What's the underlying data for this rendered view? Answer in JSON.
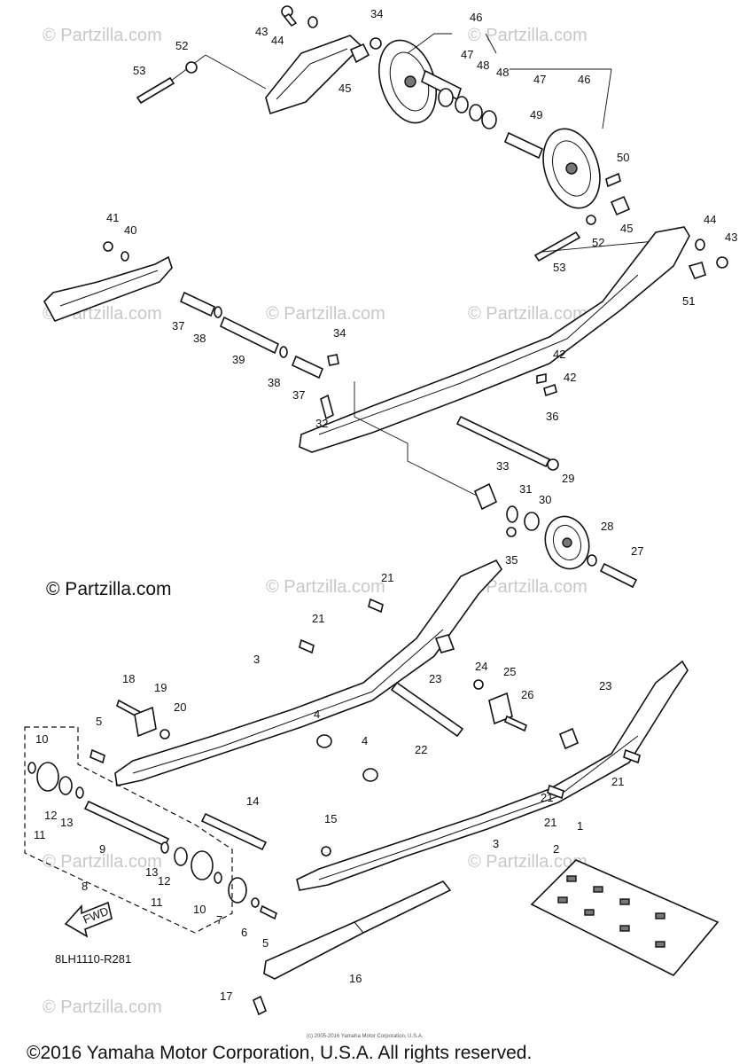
{
  "watermarks": [
    "© Partzilla.com",
    "© Partzilla.com",
    "© Partzilla.com",
    "© Partzilla.com",
    "© Partzilla.com",
    "© Partzilla.com",
    "© Partzilla.com",
    "© Partzilla.com",
    "© Partzilla.com",
    "© Partzilla.com"
  ],
  "main_watermark": "© Partzilla.com",
  "diagram_code": "8LH1110-R281",
  "fwd_label": "FWD",
  "small_copyright": "(c) 2005-2016 Yamaha Motor Corporation, U.S.A.",
  "footer": "©2016 Yamaha Motor Corporation, U.S.A. All rights reserved.",
  "callouts": [
    "1",
    "2",
    "3",
    "3",
    "4",
    "4",
    "5",
    "5",
    "6",
    "7",
    "8",
    "9",
    "10",
    "10",
    "11",
    "11",
    "12",
    "12",
    "13",
    "13",
    "14",
    "15",
    "16",
    "17",
    "18",
    "19",
    "20",
    "21",
    "21",
    "21",
    "21",
    "21",
    "22",
    "23",
    "23",
    "24",
    "25",
    "26",
    "27",
    "28",
    "29",
    "30",
    "31",
    "32",
    "33",
    "34",
    "34",
    "35",
    "36",
    "37",
    "37",
    "38",
    "38",
    "39",
    "40",
    "41",
    "42",
    "42",
    "43",
    "43",
    "44",
    "44",
    "45",
    "45",
    "46",
    "46",
    "47",
    "47",
    "48",
    "48",
    "49",
    "50",
    "51",
    "52",
    "52",
    "53",
    "53"
  ]
}
